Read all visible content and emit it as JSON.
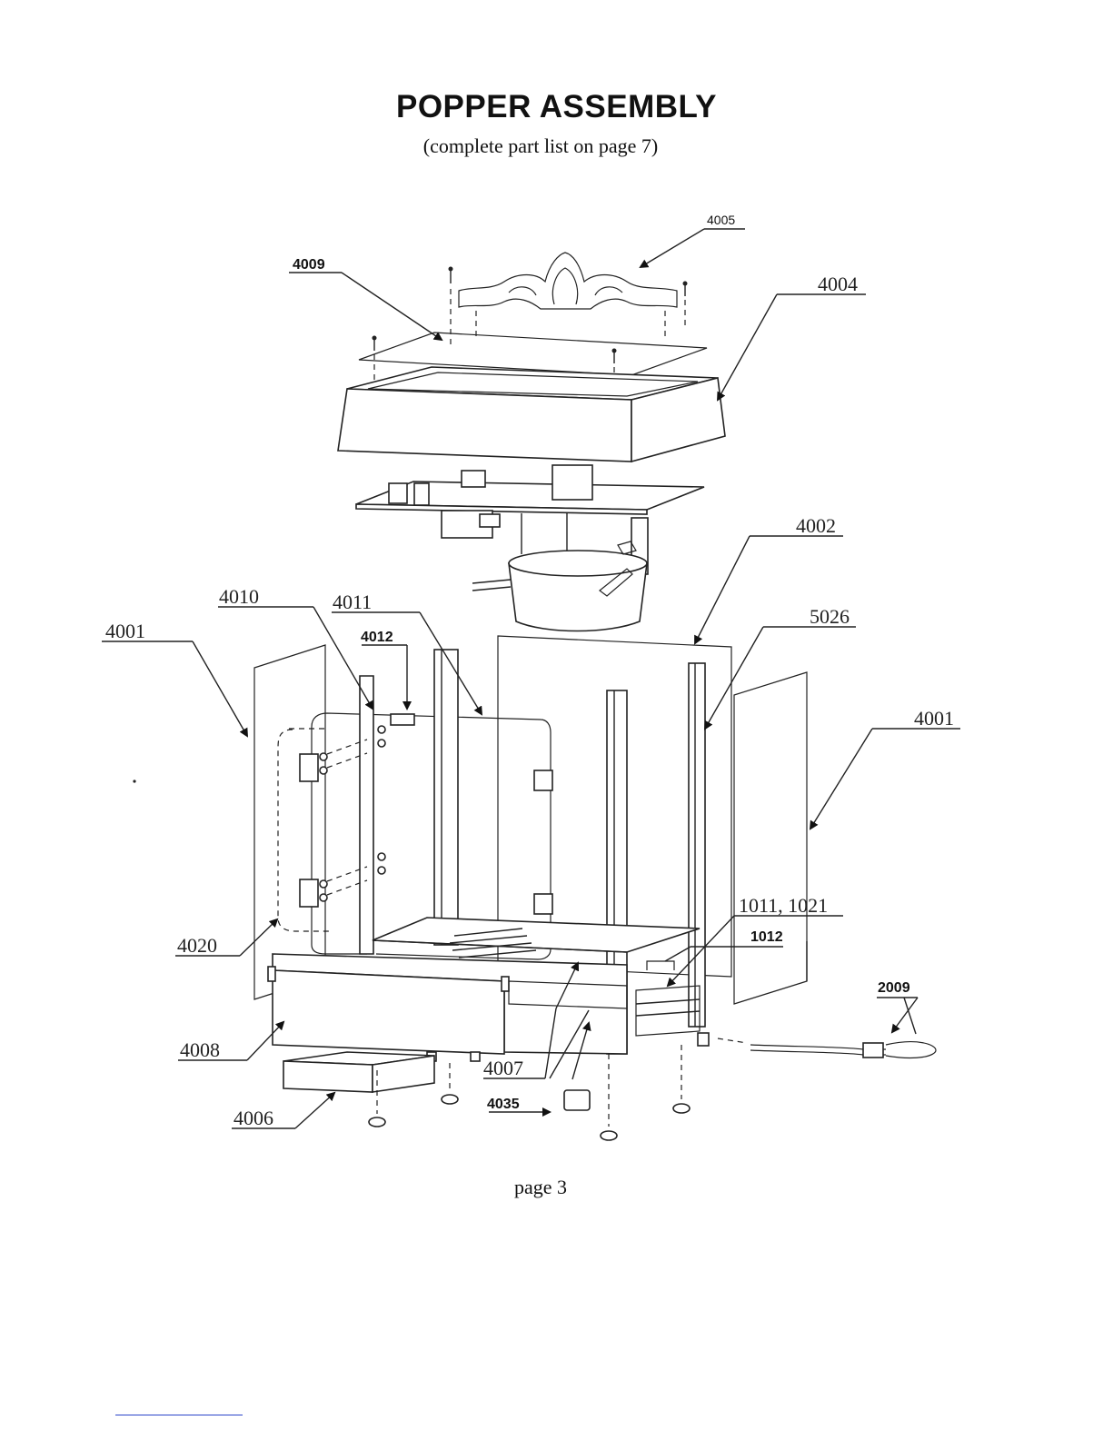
{
  "header": {
    "title": "POPPER ASSEMBLY",
    "subtitle": "(complete part list on page 7)"
  },
  "callouts": {
    "c4005": "4005",
    "c4009": "4009",
    "c4004": "4004",
    "c4002": "4002",
    "c4010": "4010",
    "c4011": "4011",
    "c4012": "4012",
    "c4001_left": "4001",
    "c5026": "5026",
    "c4001_right": "4001",
    "c4020": "4020",
    "c1011_1021": "1011, 1021",
    "c1012": "1012",
    "c2009": "2009",
    "c4008": "4008",
    "c4007": "4007",
    "c4006": "4006",
    "c4035": "4035"
  },
  "footer": {
    "page_label": "page 3"
  },
  "colors": {
    "ink": "#222222",
    "link": "#2a44c9",
    "background": "#ffffff"
  }
}
